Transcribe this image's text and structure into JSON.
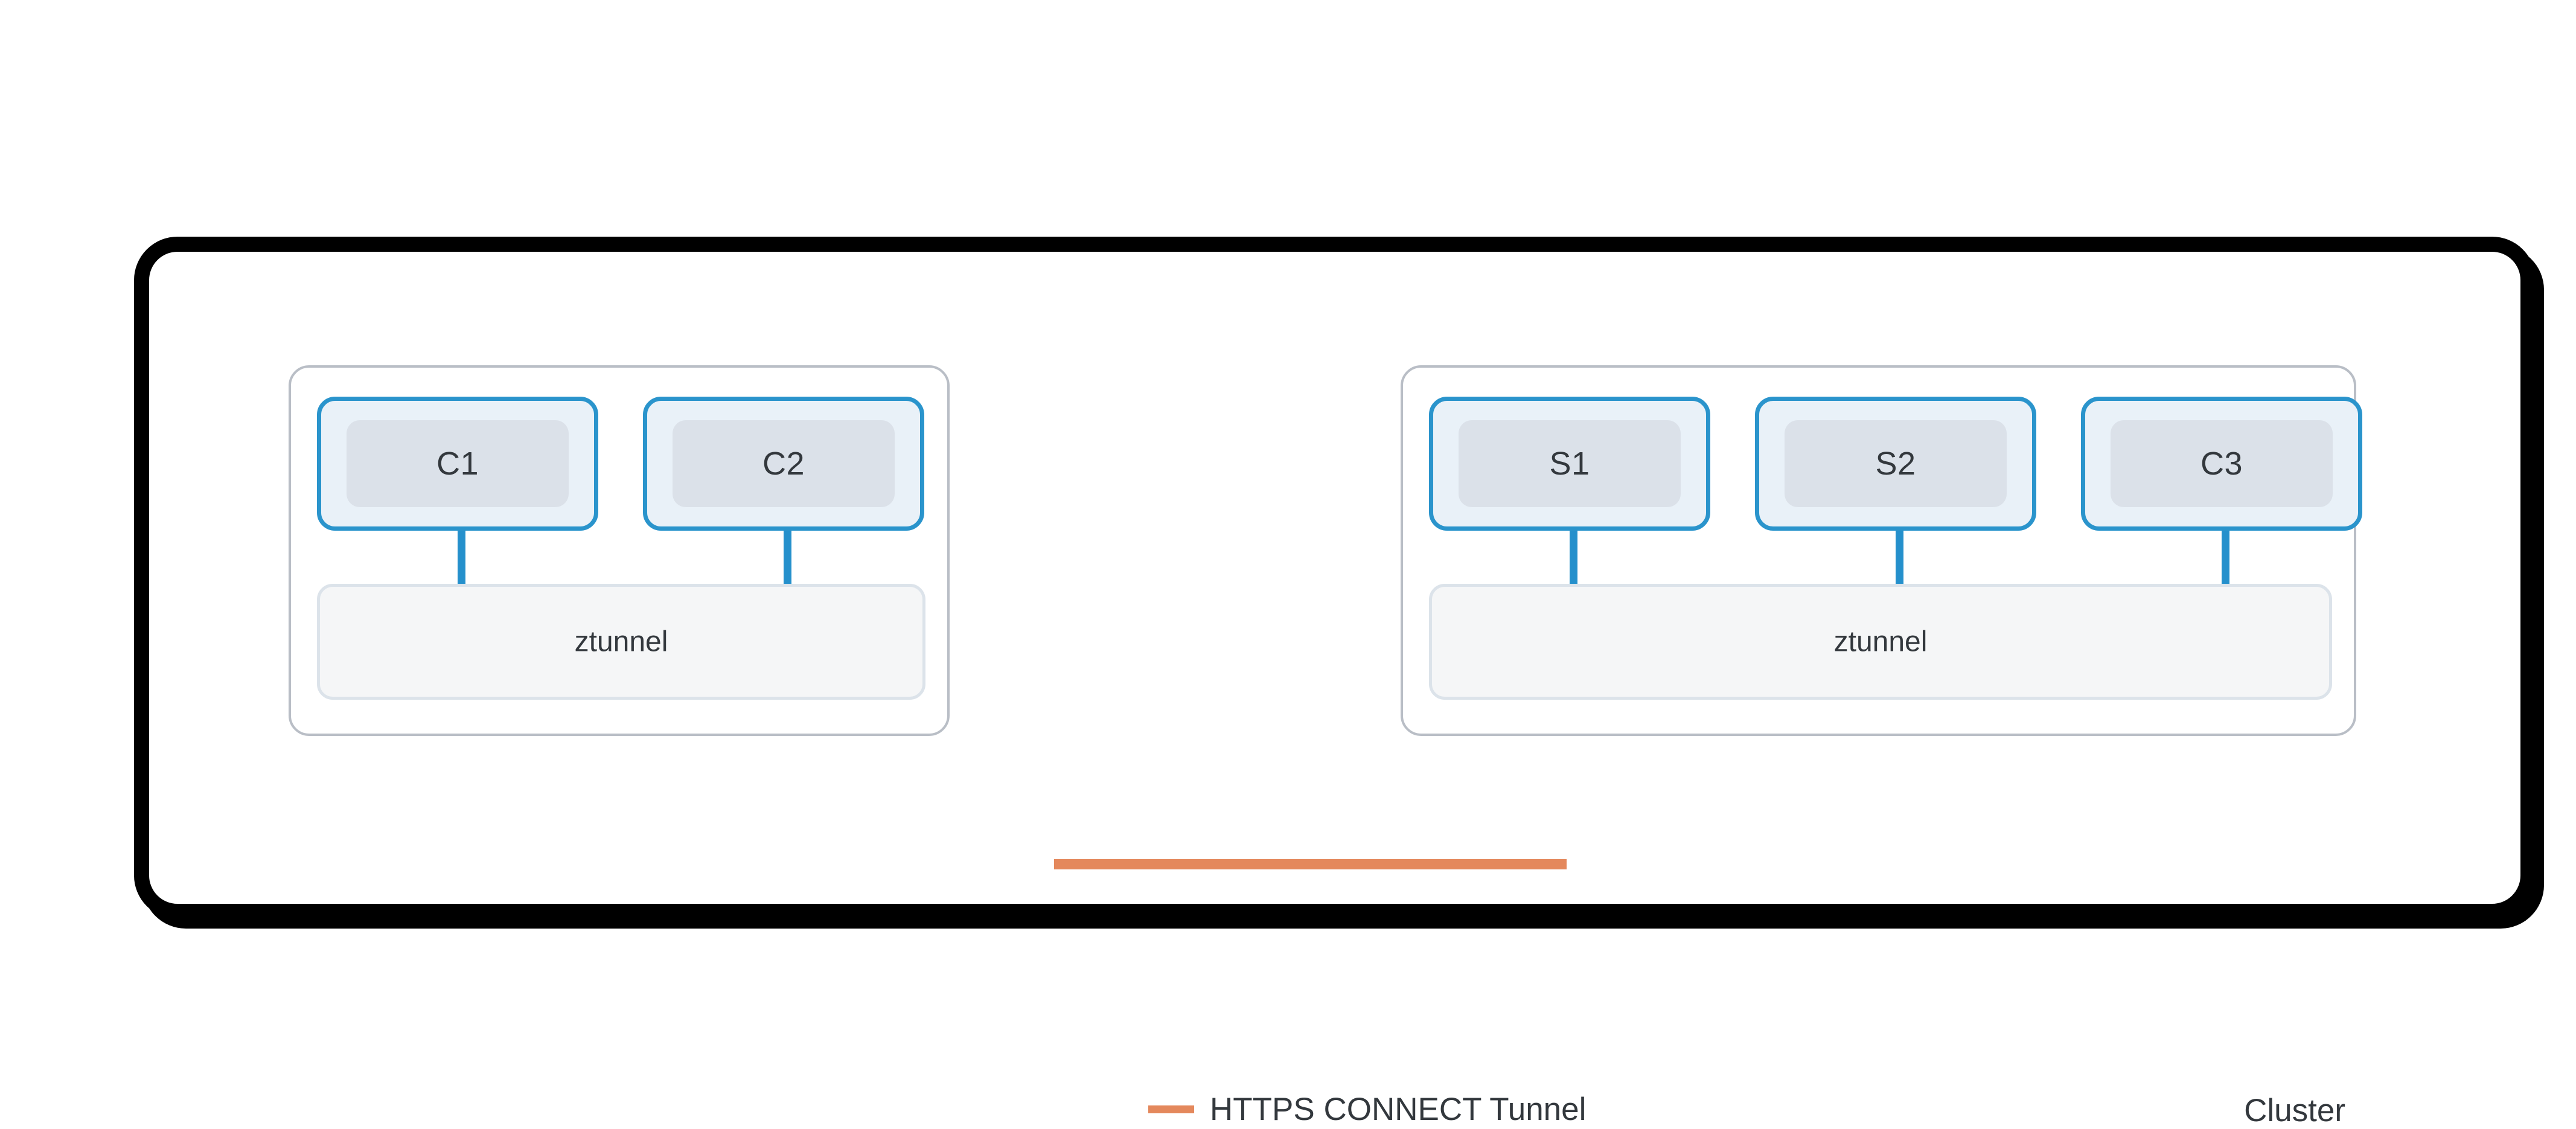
{
  "diagram": {
    "caption": "Cluster",
    "legend": {
      "swatch_name": "https-connect-tunnel-swatch",
      "swatch_color": "#e4885c",
      "label": "HTTPS CONNECT Tunnel"
    },
    "colors": {
      "frame_border": "#000000",
      "node_border": "#b9bec6",
      "pod_border": "#2a94cc",
      "pod_fill": "#e9f1f8",
      "pod_inner_fill": "#dbe1e9",
      "connector": "#2590cc",
      "ztunnel_fill": "#f5f6f7",
      "ztunnel_border": "#dce3ea",
      "tunnel_line": "#e4885c",
      "text": "#33383d"
    },
    "nodes": [
      {
        "id": "node-left",
        "pods": [
          {
            "id": "pod-c1",
            "label": "C1"
          },
          {
            "id": "pod-c2",
            "label": "C2"
          }
        ],
        "ztunnel": {
          "label": "ztunnel"
        }
      },
      {
        "id": "node-right",
        "pods": [
          {
            "id": "pod-s1",
            "label": "S1"
          },
          {
            "id": "pod-s2",
            "label": "S2"
          },
          {
            "id": "pod-c3",
            "label": "C3"
          }
        ],
        "ztunnel": {
          "label": "ztunnel"
        }
      }
    ],
    "connections": [
      {
        "from": "node-left.ztunnel",
        "to": "node-right.ztunnel",
        "type": "HTTPS CONNECT Tunnel"
      }
    ]
  }
}
